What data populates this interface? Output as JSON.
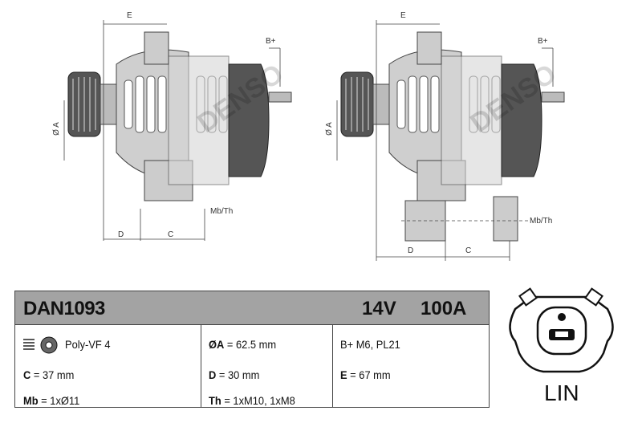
{
  "drawings": {
    "left": {
      "dim_e": "E",
      "dim_bplus": "B+",
      "dim_a": "Ø A",
      "dim_mbth": "Mb/Th",
      "dim_d": "D",
      "dim_c": "C",
      "brand_watermark": "DENSO"
    },
    "right": {
      "dim_e": "E",
      "dim_bplus": "B+",
      "dim_a": "Ø A",
      "dim_mbth": "Mb/Th",
      "dim_d": "D",
      "dim_c": "C",
      "brand_watermark": "DENSO"
    }
  },
  "spec_table": {
    "part_number": "DAN1093",
    "voltage": "14V",
    "current": "100A",
    "pulley_icon": "pulley-freewheel-icon",
    "pulley": "Poly-VF 4",
    "c": {
      "label": "C",
      "value": "= 37 mm"
    },
    "mb": {
      "label": "Mb",
      "value": "= 1xØ11"
    },
    "a": {
      "label": "ØA",
      "value": "= 62.5 mm"
    },
    "d": {
      "label": "D",
      "value": "= 30 mm"
    },
    "th": {
      "label": "Th",
      "value": "= 1xM10, 1xM8"
    },
    "bplus": "B+ M6, PL21",
    "e": {
      "label": "E",
      "value": "= 67 mm"
    }
  },
  "connector": {
    "icon": "plug-connector-icon",
    "label": "LIN"
  },
  "colors": {
    "header": "#a3a3a3",
    "body": "#d8d8d8",
    "rear_cover": "#555555"
  }
}
